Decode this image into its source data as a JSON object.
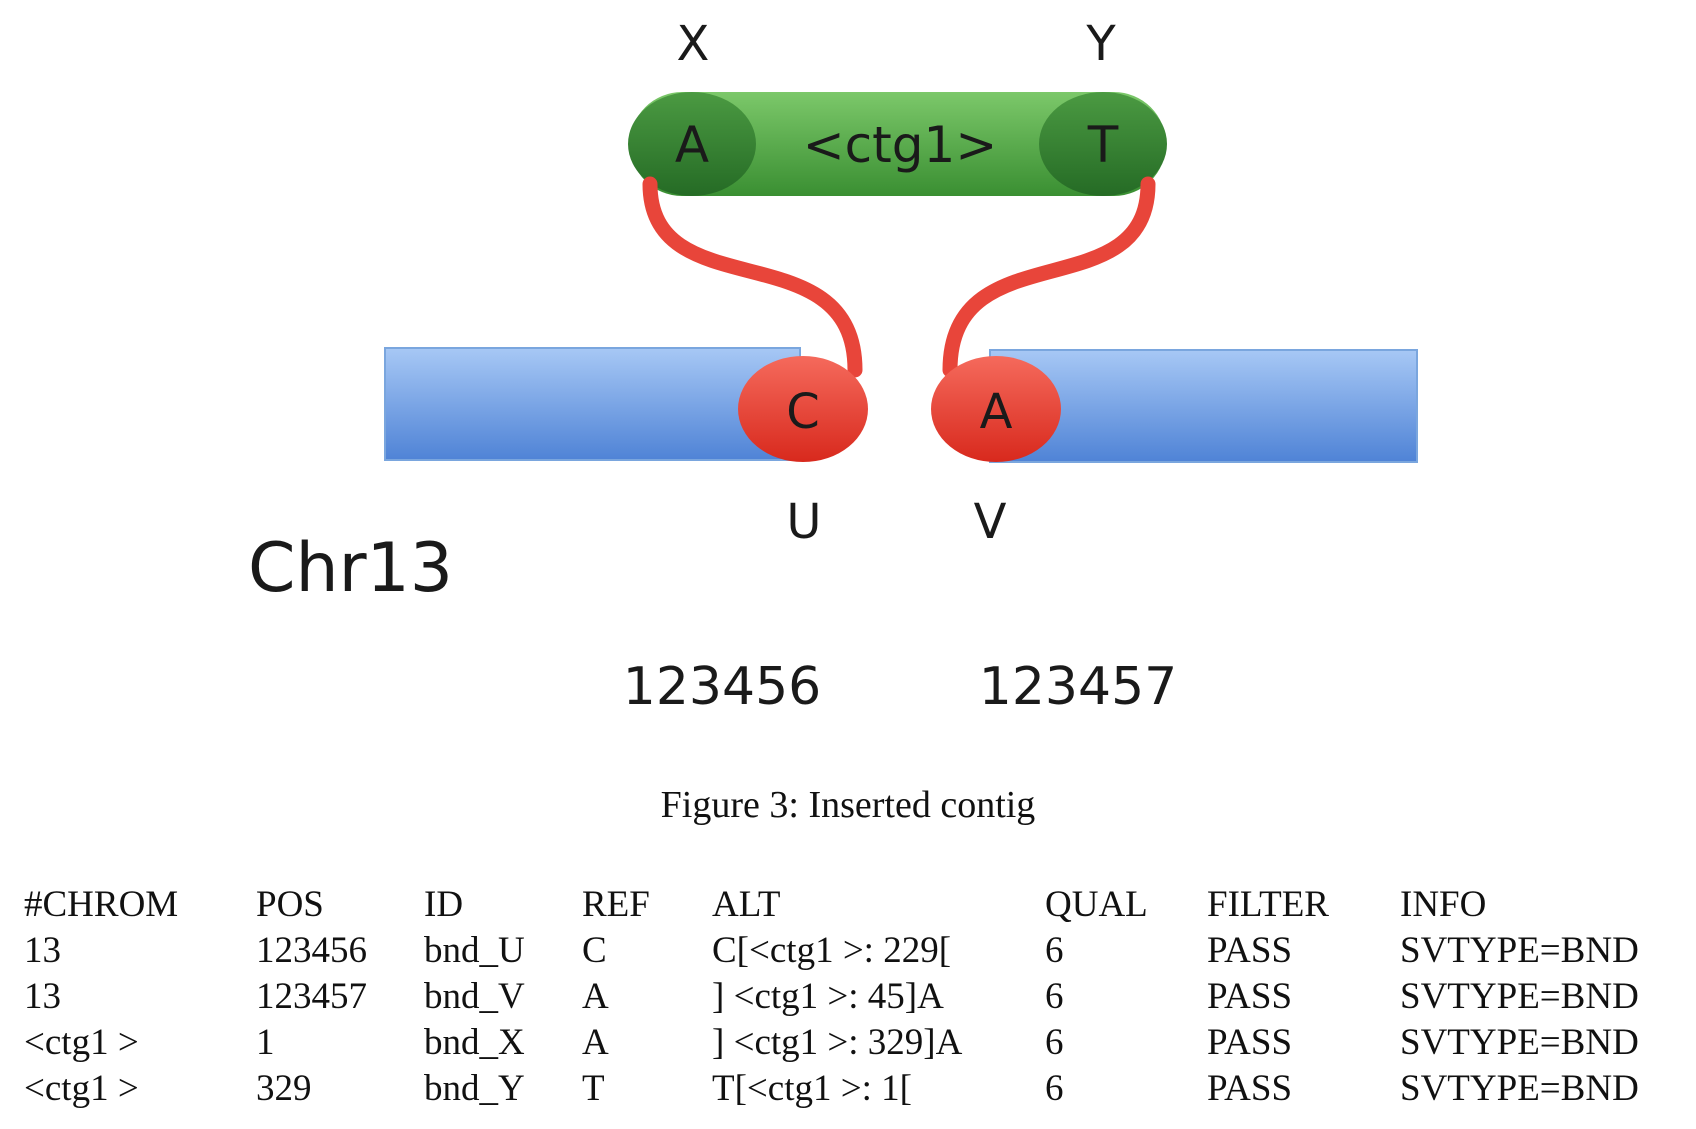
{
  "figure": {
    "contig": {
      "label": "<ctg1>",
      "left_base": "A",
      "right_base": "T"
    },
    "labels": {
      "x": "X",
      "y": "Y",
      "u": "U",
      "v": "V"
    },
    "chromosome": {
      "name": "Chr13",
      "left_base": "C",
      "right_base": "A"
    },
    "positions": {
      "left": "123456",
      "right": "123457"
    },
    "colors": {
      "contig_green": "#4aa23e",
      "contig_end_green": "#2f7d2f",
      "chromosome_blue": "#6fa0e2",
      "breakend_red": "#e53b2e",
      "junction_red": "#e8453a"
    }
  },
  "caption": "Figure 3: Inserted contig",
  "table": {
    "headers": [
      "#CHROM",
      "POS",
      "ID",
      "REF",
      "ALT",
      "QUAL",
      "FILTER",
      "INFO"
    ],
    "rows": [
      [
        "13",
        "123456",
        "bnd_U",
        "C",
        "C[<ctg1 >: 229[",
        "6",
        "PASS",
        "SVTYPE=BND"
      ],
      [
        "13",
        "123457",
        "bnd_V",
        "A",
        "] <ctg1 >: 45]A",
        "6",
        "PASS",
        "SVTYPE=BND"
      ],
      [
        "<ctg1 >",
        "1",
        "bnd_X",
        "A",
        "] <ctg1 >: 329]A",
        "6",
        "PASS",
        "SVTYPE=BND"
      ],
      [
        "<ctg1 >",
        "329",
        "bnd_Y",
        "T",
        "T[<ctg1 >: 1[",
        "6",
        "PASS",
        "SVTYPE=BND"
      ]
    ]
  }
}
